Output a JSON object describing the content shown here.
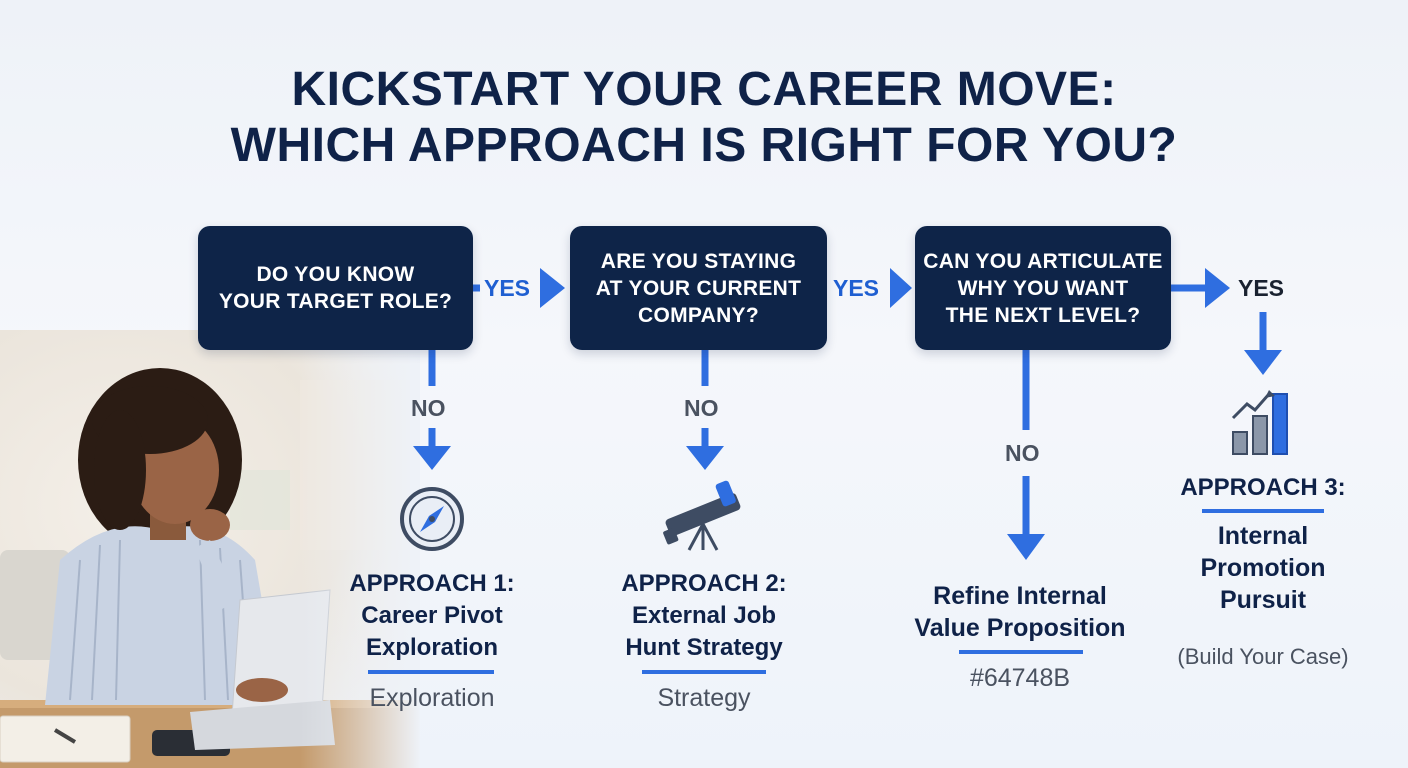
{
  "title": {
    "line1": "KICKSTART YOUR CAREER MOVE:",
    "line2": "WHICH APPROACH IS RIGHT FOR YOU?"
  },
  "questions": [
    {
      "line1": "DO YOU KNOW",
      "line2": "YOUR TARGET ROLE?"
    },
    {
      "line1": "ARE YOU STAYING",
      "line2": "AT YOUR CURRENT",
      "line3": "COMPANY?"
    },
    {
      "line1": "CAN YOU ARTICULATE",
      "line2": "WHY YOU WANT",
      "line3": "THE NEXT LEVEL?"
    }
  ],
  "labels": {
    "yes": "YES",
    "no": "NO"
  },
  "outcomes": {
    "approach1": {
      "line1": "APPROACH 1:",
      "line2": "Career Pivot",
      "line3": "Exploration",
      "sub": "Exploration",
      "icon": "compass-icon"
    },
    "approach2": {
      "line1": "APPROACH 2:",
      "line2": "External Job",
      "line3": "Hunt Strategy",
      "sub": "Strategy",
      "icon": "telescope-icon"
    },
    "refine": {
      "line1": "Refine Internal",
      "line2": "Value Proposition",
      "sub": "#64748B"
    },
    "approach3": {
      "line1": "APPROACH 3:",
      "line2": "Internal",
      "line3": "Promotion",
      "line4": "Pursuit",
      "sub": "(Build Your Case)",
      "icon": "growth-chart-icon"
    }
  },
  "colors": {
    "navy": "#0e2448",
    "accent": "#2f6ee0",
    "muted": "#64748B"
  }
}
